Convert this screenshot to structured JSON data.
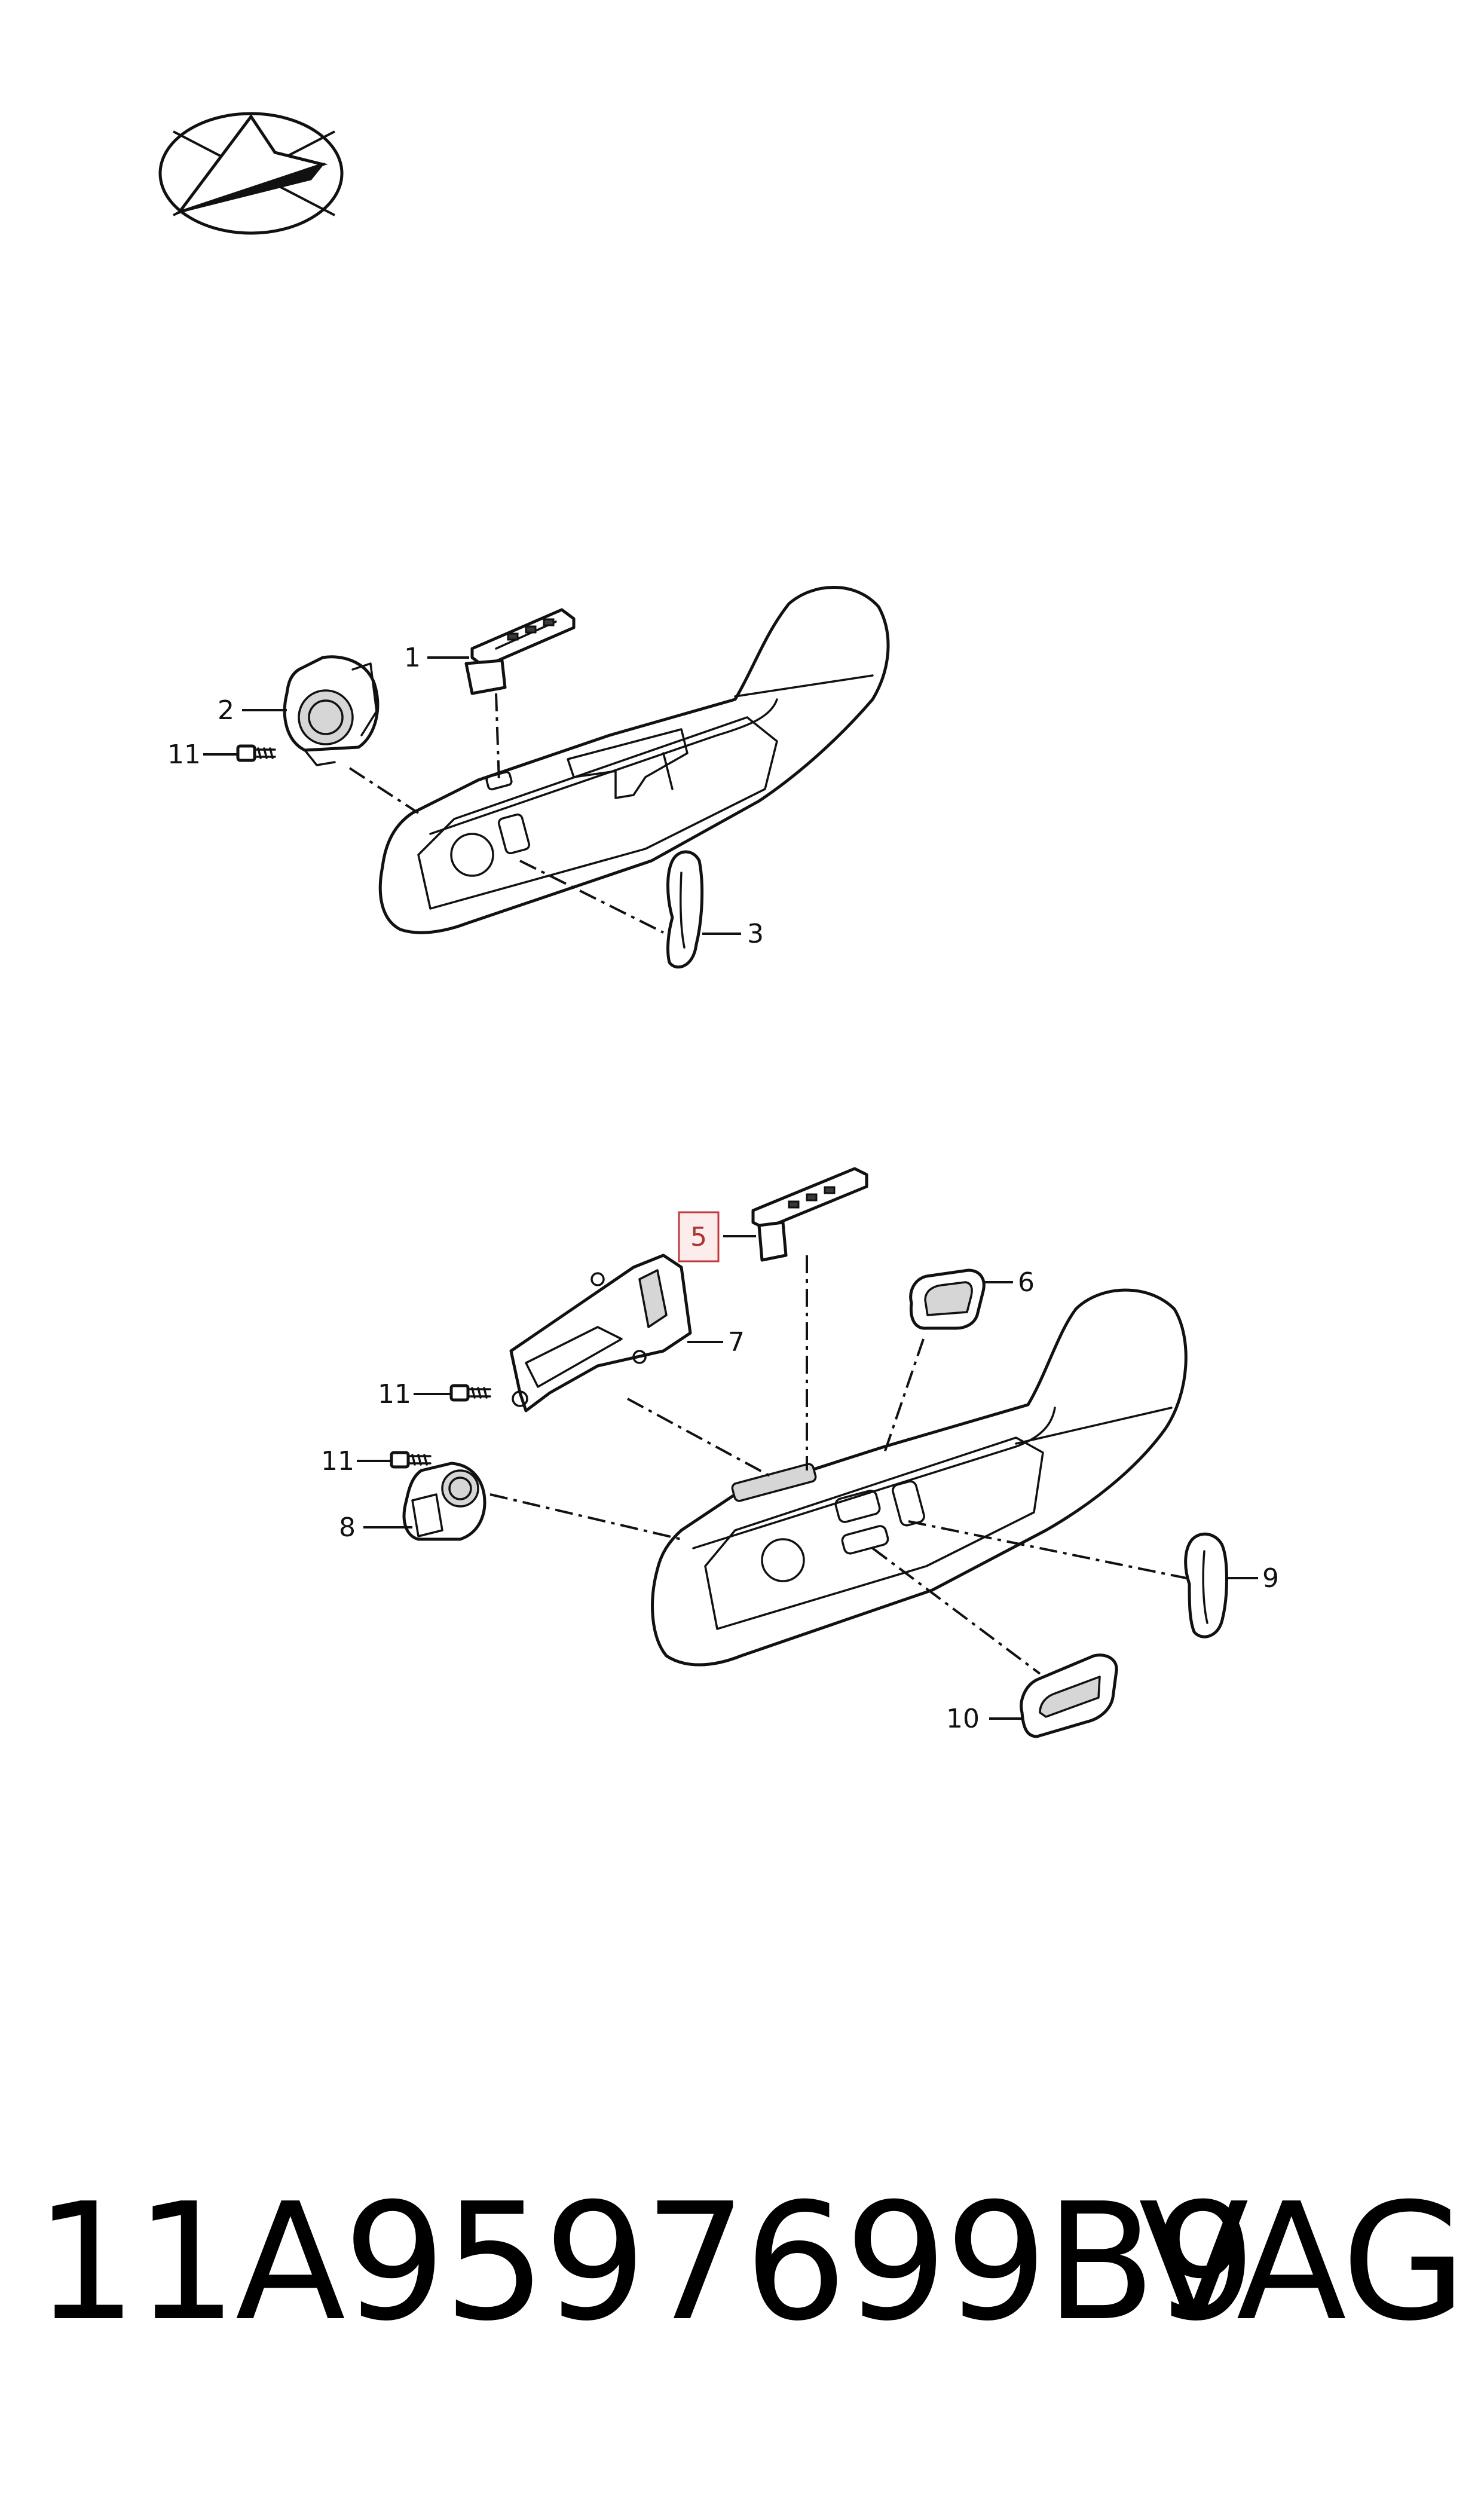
{
  "callouts": {
    "c1": "1",
    "c2": "2",
    "c11a": "11",
    "c3": "3",
    "c5": "5",
    "c6": "6",
    "c7": "7",
    "c11b": "11",
    "c11c": "11",
    "c8": "8",
    "c9": "9",
    "c10": "10"
  },
  "highlighted_callout": "5",
  "footer": {
    "part_number": "11A9597699B9",
    "brand": "VAG"
  },
  "colors": {
    "highlight_border": "#c0393b",
    "highlight_fill": "#fdecec",
    "line": "#111111"
  }
}
